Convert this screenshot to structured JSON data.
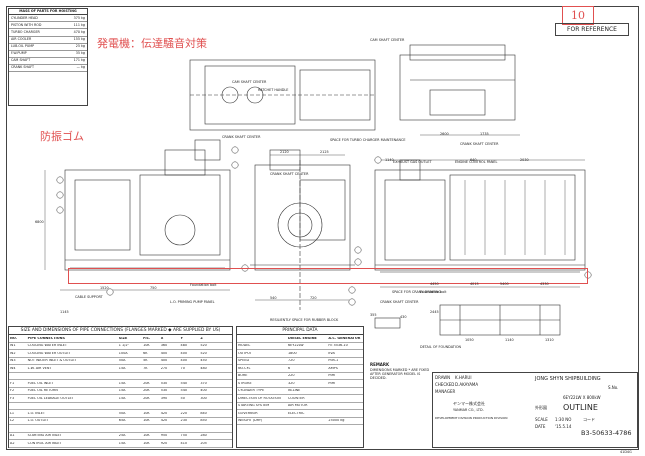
{
  "page_number": "10",
  "reference_label": "FOR REFERENCE",
  "annotations": {
    "generator_noise": "発電機：伝達騒音対策",
    "antivibration_rubber": "防振ゴム"
  },
  "mass_table": {
    "title": "MASS OF PARTS FOR HOISTING",
    "rows": [
      {
        "part": "CYLINDER HEAD",
        "mass": "375 kg"
      },
      {
        "part": "PISTON WITH ROD",
        "mass": "111 kg"
      },
      {
        "part": "TURBO CHARGER",
        "mass": "470 kg"
      },
      {
        "part": "AIR COOLER",
        "mass": "155 kg"
      },
      {
        "part": "LUB.OIL PUMP",
        "mass": "25 kg"
      },
      {
        "part": "F.W.PUMP",
        "mass": "35 kg"
      },
      {
        "part": "CAM SHAFT",
        "mass": "171 kg"
      },
      {
        "part": "CRANK SHAFT",
        "mass": "— kg"
      }
    ]
  },
  "views": {
    "side_labels": [
      "CAM SHAFT CENTER",
      "RATCHET HANDLE",
      "CRANK SHAFT CENTER",
      "CAM SHAFT CENTER",
      "SPACE FOR TURBO CHARGER MAINTENANCE",
      "ENGINE CONTROL PANEL",
      "EXHAUST GAS OUTLET",
      "CRANK SHAFT CENTER",
      "CRANK SHAFT CENTER"
    ],
    "bottom_labels": [
      "CABLE SUPPORT",
      "L.O. PRIMING PUMP PANEL",
      "RESILIENTLY SPACE FOR RUBBER BLOCK",
      "SPACE FOR CRANK DRAWING",
      "Foundation bolt",
      "DETAIL OF FOUNDATION",
      "Foundation bolt",
      "CRANK SHAFT CENTER"
    ],
    "dims": [
      "2120",
      "2125",
      "2600",
      "1735",
      "1140",
      "1520",
      "750",
      "540",
      "720",
      "640",
      "2030",
      "4450",
      "4015",
      "5400",
      "4330",
      "430",
      "1050",
      "1140",
      "1310",
      "355",
      "2445",
      "6800",
      "1145"
    ],
    "remark_title": "REMARK",
    "remark_text": "DIMENSIONS MARKED * ARE FIXED AFTER GENERATOR MODEL IS DECIDED."
  },
  "pipe_table": {
    "title": "SIZE AND DIMENSIONS OF PIPE CONNECTIONS (FLANGES MARKED ◆ ARE SUPPLIED BY US)",
    "col_headers": [
      "NO.",
      "PIPE CONNECTIONS",
      "SIZE",
      "P.S.",
      "X",
      "Y",
      "Z"
    ],
    "rows": [
      [
        "W1",
        "COOLING WATER INLET",
        "1 1/2\"",
        "10K",
        "360",
        "480",
        "520"
      ],
      [
        "W2",
        "COOLING WATER OUTLET",
        "100A",
        "6K",
        "400",
        "400",
        "520"
      ],
      [
        "W3",
        "NOT WATER INLET & OUTLET",
        "50A",
        "5K",
        "400",
        "400",
        "450"
      ],
      [
        "W4",
        "L.W. AIR VENT",
        "15A",
        "7K",
        "270",
        "70",
        "480"
      ],
      [
        "",
        "",
        "",
        "",
        "",
        "",
        ""
      ],
      [
        "F1",
        "FUEL OIL INLET",
        "15A",
        "20K",
        "530",
        "540",
        "370"
      ],
      [
        "F2",
        "FUEL OIL RETURN",
        "15A",
        "20K",
        "530",
        "540",
        "400"
      ],
      [
        "F3",
        "FUEL OIL LEAKAGE OUTLET",
        "15A",
        "20K",
        "390",
        "50",
        "300"
      ],
      [
        "",
        "",
        "",
        "",
        "",
        "",
        ""
      ],
      [
        "L1",
        "L.O. INLET",
        "50A",
        "10K",
        "420",
        "220",
        "840"
      ],
      [
        "L2",
        "L.O. OUTLET",
        "65A",
        "10K",
        "420",
        "230",
        "850"
      ],
      [
        "",
        "",
        "",
        "",
        "",
        "",
        ""
      ],
      [
        "A1",
        "STARTING AIR INLET",
        "25A",
        "10K",
        "950",
        "750",
        "280"
      ],
      [
        "A2",
        "CONTROL AIR INLET",
        "15A",
        "10K",
        "920",
        "410",
        "205"
      ]
    ]
  },
  "principal_table": {
    "title": "PRINCIPAL DATA",
    "col_headers": [
      "",
      "DIESEL ENGINE",
      "A.C. GENERATOR"
    ],
    "rows": [
      [
        "MODEL",
        "6EY22LW",
        "FE 5536-10"
      ],
      [
        "OUTPUT",
        "1800",
        "kVA"
      ],
      [
        "SPEED",
        "720",
        "min-1"
      ],
      [
        "NO.CYL",
        "6",
        "AMPS"
      ],
      [
        "BORE",
        "220",
        "mm"
      ],
      [
        "STROKE",
        "320",
        "mm"
      ],
      [
        "CYLINDER TYPE",
        "IN-LINE",
        ""
      ],
      [
        "DIRECTION OF ROTATION",
        "COUNTER",
        ""
      ],
      [
        "STARTING SYSTEM",
        "AIR MOTOR",
        ""
      ],
      [
        "GOVERNOR",
        "ELECTRIC",
        ""
      ],
      [
        "WEIGHT (DRY)",
        "",
        "25000 kg"
      ]
    ]
  },
  "title_block": {
    "drawn_label": "DRAWN",
    "drawn": "K.HARUI",
    "checked_label": "CHECKED",
    "checked": "D.AKAYAMA",
    "manager_label": "MANAGER",
    "customer": "JONG SHYN SHIPBUILDING",
    "shipno_label": "S.No.",
    "model": "6EY22LW X 800kW",
    "drawing_title": "OUTLINE",
    "drawing_title_jp": "外形図",
    "company": "ヤンマー株式会社",
    "company_sub": "YANMAR CO., LTD.",
    "division": "DEVELOPMENT DIVISION  PRODUCTION DIVISION",
    "scale_label": "SCALE",
    "scale": "1:30 NO",
    "date_label": "DATE",
    "date": "'15.5.14",
    "drawing_no": "B3-50633-4786",
    "code_label": "コード",
    "footer": "41D4G"
  }
}
